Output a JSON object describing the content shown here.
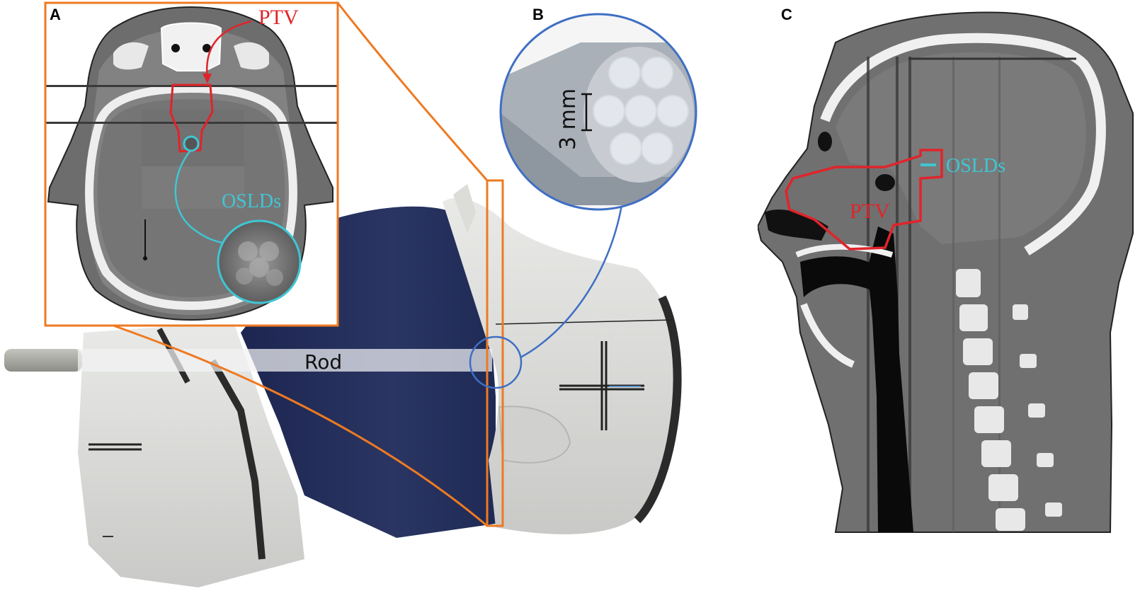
{
  "panels": {
    "a": {
      "letter": "A",
      "ptv_label": "PTV",
      "oslds_label": "OSLDs"
    },
    "b": {
      "letter": "B",
      "scale_label": "3 mm"
    },
    "c": {
      "letter": "C",
      "ptv_label": "PTV",
      "oslds_label": "OSLDs"
    },
    "photo": {
      "rod_label": "Rod"
    }
  },
  "colors": {
    "orange_callout": "#ee7a22",
    "blue_callout": "#3f6fc4",
    "ptv_red": "#e0242b",
    "osld_cyan": "#3fc6d4",
    "mask_navy": "#232d55",
    "phantom_grey": "#d7d8d6"
  }
}
